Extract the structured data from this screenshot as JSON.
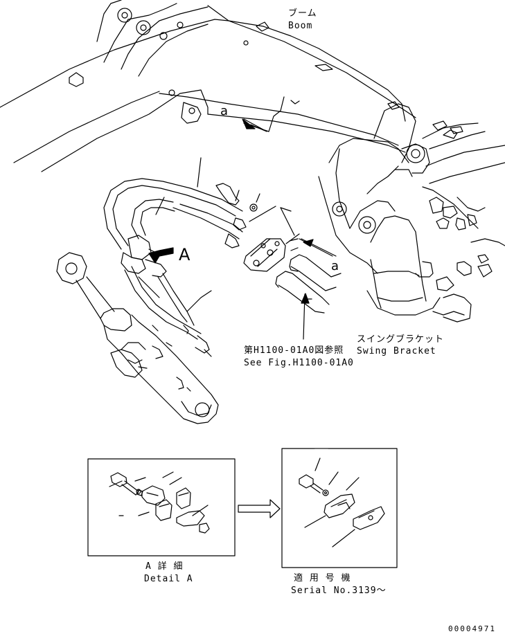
{
  "labels": {
    "boom_jp": "ブーム",
    "boom_en": "Boom",
    "callout_a_top": "a",
    "callout_a_right": "a",
    "view_a": "A",
    "ref_jp": "第H1100-01A0図参照",
    "ref_en": "See Fig.H1100-01A0",
    "swing_jp": "スイングブラケット",
    "swing_en": "Swing Bracket",
    "detail_jp": "A 詳 細",
    "detail_en": "Detail A",
    "serial_jp": "適 用 号 機",
    "serial_en": "Serial No.3139～",
    "drawing_no": "00004971"
  },
  "colors": {
    "line": "#000000",
    "background": "#ffffff"
  }
}
